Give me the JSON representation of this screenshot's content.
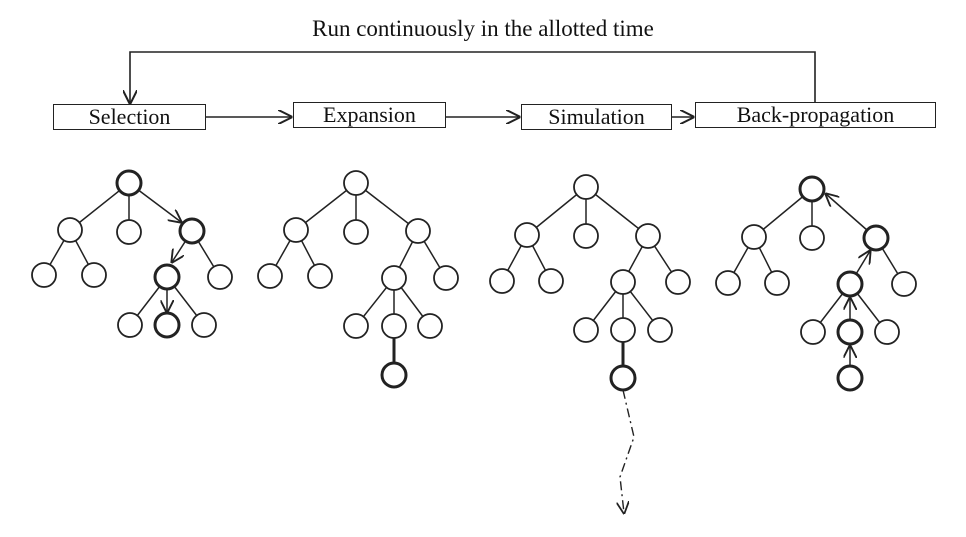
{
  "loop_label": "Run continuously in the allotted time",
  "steps": [
    {
      "label": "Selection"
    },
    {
      "label": "Expansion"
    },
    {
      "label": "Simulation"
    },
    {
      "label": "Back-propagation"
    }
  ],
  "trees": [
    {
      "name": "selection-tree",
      "highlight": "selection path from root to leaf"
    },
    {
      "name": "expansion-tree",
      "highlight": "new child node added"
    },
    {
      "name": "simulation-tree",
      "highlight": "random playout from new node"
    },
    {
      "name": "backpropagation-tree",
      "highlight": "result propagated back to root"
    }
  ]
}
